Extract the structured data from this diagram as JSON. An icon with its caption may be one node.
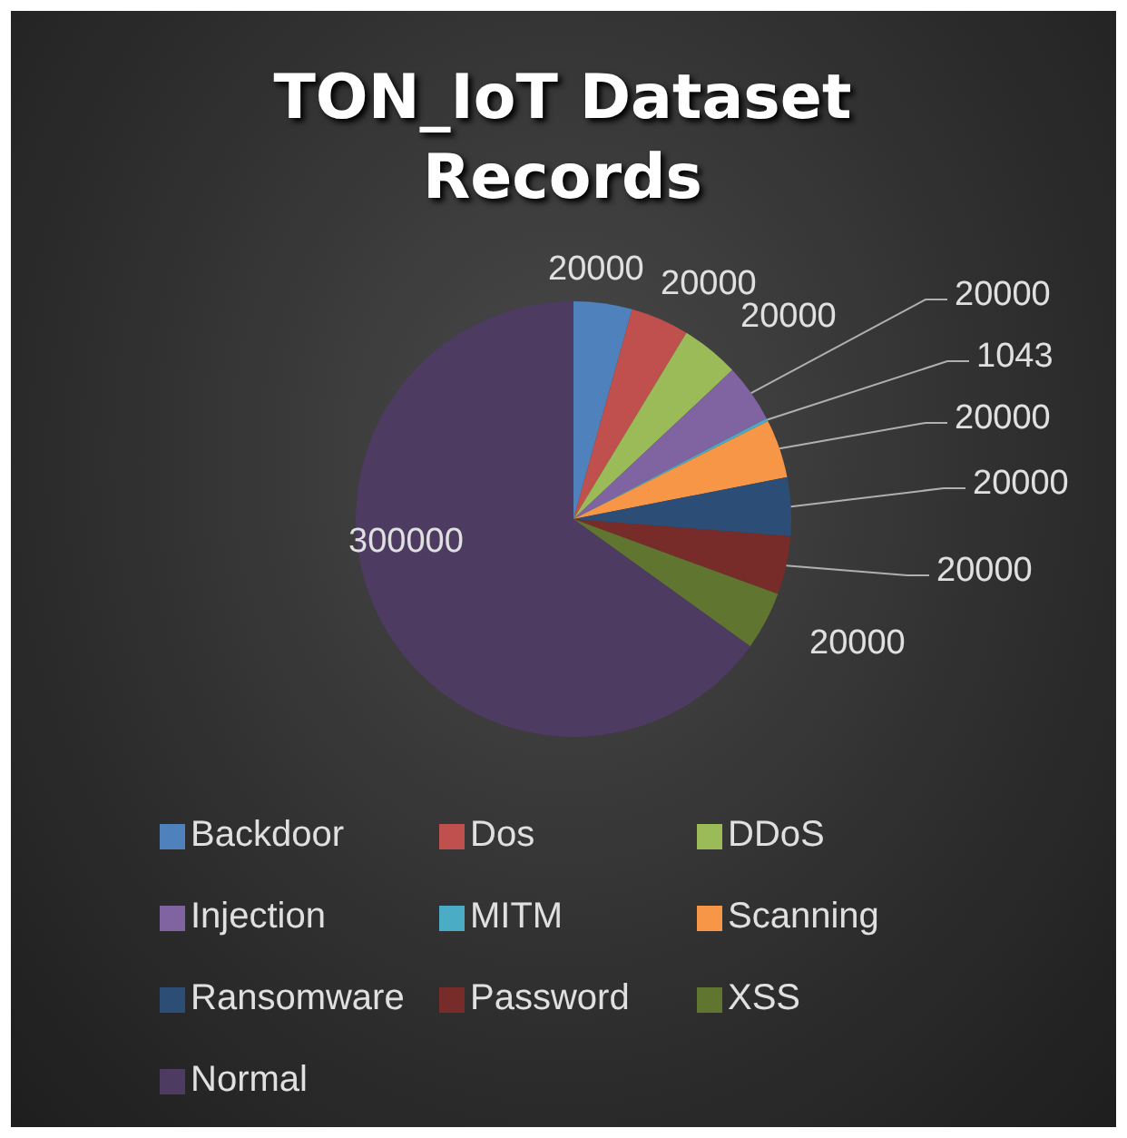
{
  "diagram": {
    "chart_data": {
      "type": "pie",
      "title": "TON_IoT Dataset Records",
      "categories": [
        "Backdoor",
        "Dos",
        "DDoS",
        "Injection",
        "MITM",
        "Scanning",
        "Ransomware",
        "Password",
        "XSS",
        "Normal"
      ],
      "series": [
        {
          "values": [
            20000,
            20000,
            20000,
            20000,
            1043,
            20000,
            20000,
            20000,
            20000,
            300000
          ]
        }
      ],
      "colors": [
        "#4f81bd",
        "#c0504d",
        "#9bbb59",
        "#8064a2",
        "#4bacc6",
        "#f79646",
        "#2c4d75",
        "#772c2a",
        "#5f7530",
        "#4d3b62"
      ],
      "data_labels": true,
      "legend": "bottom"
    }
  }
}
